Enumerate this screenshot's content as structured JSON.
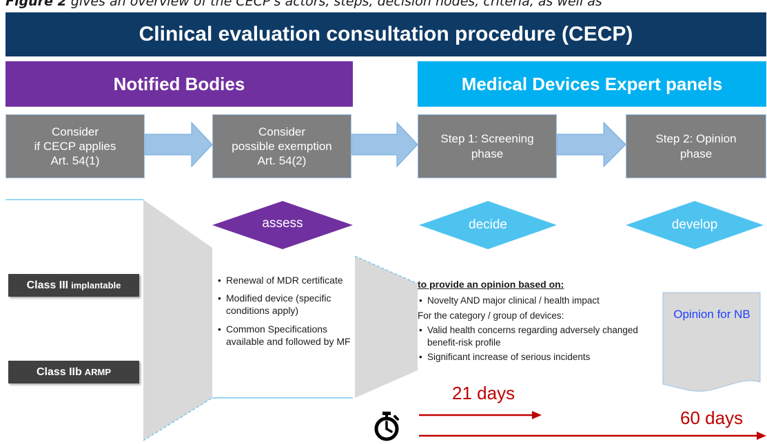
{
  "caption": {
    "prefix": "Figure 2",
    "text": " gives an overview of the CECP's actors, steps, decision nodes, criteria, as well as"
  },
  "title": "Clinical evaluation consultation procedure (CECP)",
  "actors": {
    "notified_bodies": "Notified Bodies",
    "expert_panels": "Medical Devices Expert panels"
  },
  "steps": [
    {
      "label": "Consider\nif CECP applies\nArt. 54(1)"
    },
    {
      "label": "Consider\npossible exemption\nArt. 54(2)"
    },
    {
      "label": "Step 1: Screening\nphase"
    },
    {
      "label": "Step 2: Opinion\nphase"
    }
  ],
  "decisions": {
    "assess": "assess",
    "decide": "decide",
    "develop": "develop"
  },
  "classes": [
    {
      "main": "Class III",
      "sub": "implantable"
    },
    {
      "main": "Class IIb",
      "sub": "ARMP"
    }
  ],
  "exemptions": [
    "Renewal of MDR certificate",
    "Modified device (specific conditions apply)",
    "Common Specifications available and followed by MF"
  ],
  "criteria": {
    "heading": "to provide an opinion based on:",
    "first": "Novelty AND major clinical / health impact",
    "group_intro": "For the category / group of devices:",
    "group_items": [
      "Valid health concerns regarding adversely changed benefit-risk profile",
      "Significant increase of serious incidents"
    ]
  },
  "opinion_doc": "Opinion for NB",
  "timeline": {
    "screening_days": "21 days",
    "opinion_days": "60 days",
    "icon": "stopwatch-icon"
  },
  "colors": {
    "title_bg": "#0e3a66",
    "notified_bodies": "#7030a0",
    "expert_panels": "#00b0f0",
    "step_box": "#7f7f7f",
    "arrow_fill": "#9dc3e6",
    "diamond_assess": "#7030a0",
    "diamond_expert": "#4fc3f0",
    "days_red": "#c00000"
  }
}
